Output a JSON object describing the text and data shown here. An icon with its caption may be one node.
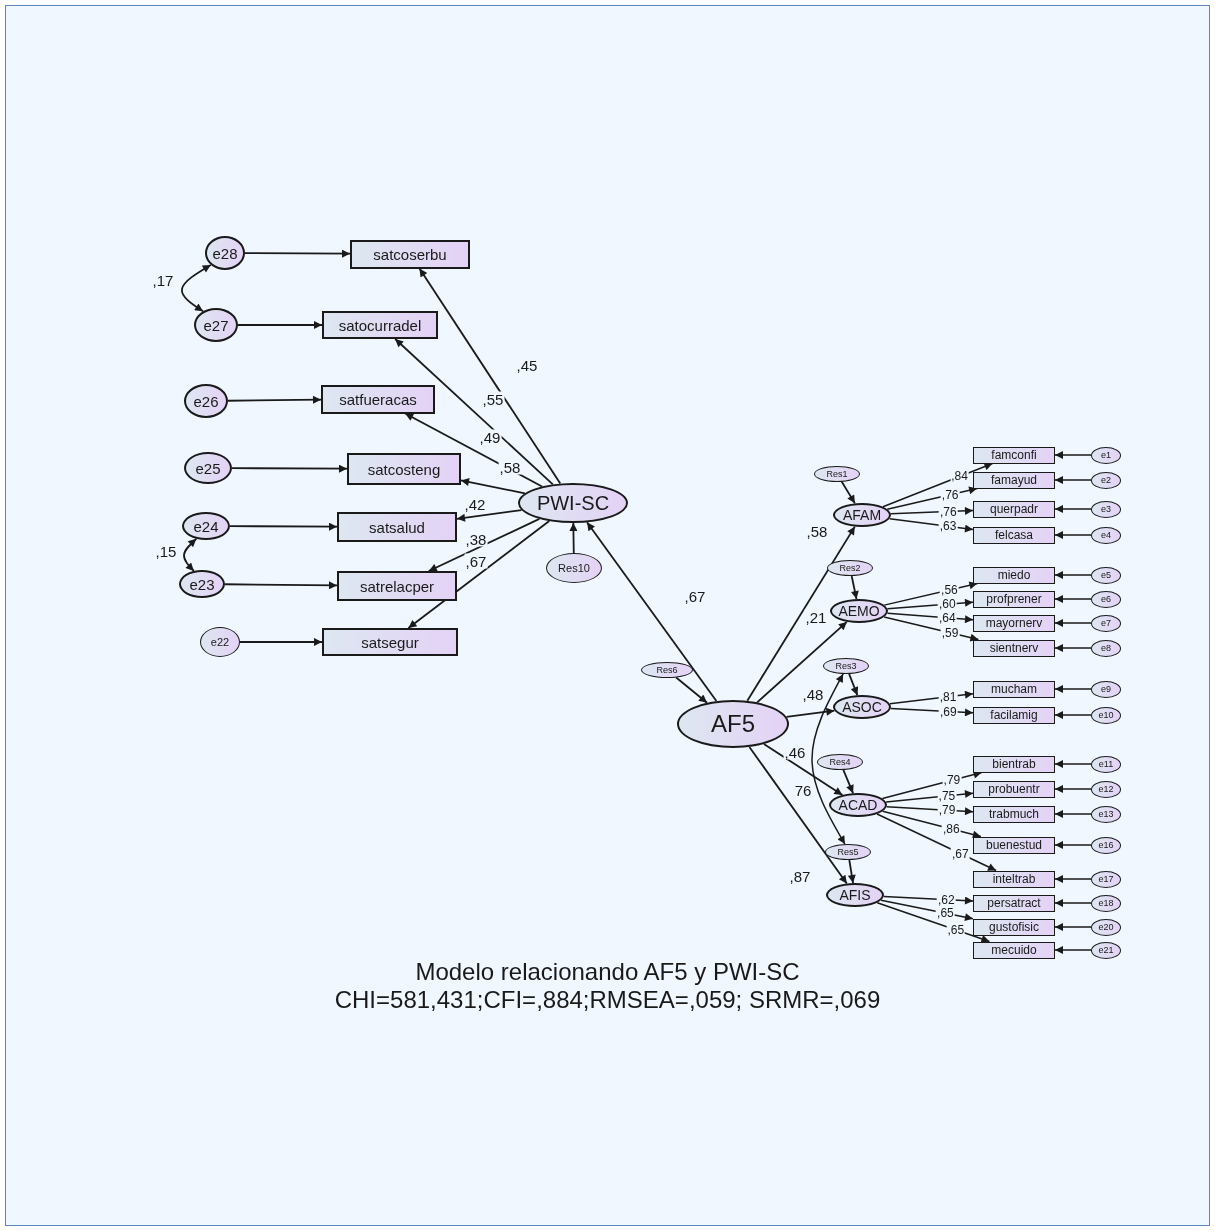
{
  "diagram": {
    "title": "Modelo relacionando AF5 y PWI-SC",
    "caption": "CHI=581,431;CFI=,884;RMSEA=,059; SRMR=,069",
    "nodes": [
      {
        "text": [
          "e28"
        ]
      },
      {
        "text": [
          "satcoserbu"
        ]
      },
      {
        "text": [
          "e27"
        ]
      },
      {
        "text": [
          "satocurradel"
        ]
      },
      {
        "text": [
          "e26"
        ]
      },
      {
        "text": [
          "satfueracas"
        ]
      },
      {
        "text": [
          "e25"
        ]
      },
      {
        "text": [
          "satcosteng"
        ]
      },
      {
        "text": [
          "e24"
        ]
      },
      {
        "text": [
          "satsalud"
        ]
      },
      {
        "text": [
          "e23"
        ]
      },
      {
        "text": [
          "satrelacper"
        ]
      },
      {
        "text": [
          "e22"
        ]
      },
      {
        "text": [
          "satsegur"
        ]
      },
      {
        "text": [
          "PWI-SC"
        ]
      },
      {
        "text": [
          "Res10"
        ]
      },
      {
        "text": [
          "Res6"
        ]
      },
      {
        "text": [
          "AF5"
        ]
      },
      {
        "text": [
          "Res1"
        ]
      },
      {
        "text": [
          "AFAM"
        ]
      },
      {
        "text": [
          "famconfi"
        ]
      },
      {
        "text": [
          "e1"
        ]
      },
      {
        "text": [
          "famayud"
        ]
      },
      {
        "text": [
          "e2"
        ]
      },
      {
        "text": [
          "querpadr"
        ]
      },
      {
        "text": [
          "e3"
        ]
      },
      {
        "text": [
          "felcasa"
        ]
      },
      {
        "text": [
          "e4"
        ]
      },
      {
        "text": [
          "Res2"
        ]
      },
      {
        "text": [
          "AEMO"
        ]
      },
      {
        "text": [
          "miedo"
        ]
      },
      {
        "text": [
          "e5"
        ]
      },
      {
        "text": [
          "profprener"
        ]
      },
      {
        "text": [
          "e6"
        ]
      },
      {
        "text": [
          "mayornerv"
        ]
      },
      {
        "text": [
          "e7"
        ]
      },
      {
        "text": [
          "sientnerv"
        ]
      },
      {
        "text": [
          "e8"
        ]
      },
      {
        "text": [
          "Res3"
        ]
      },
      {
        "text": [
          "ASOC"
        ]
      },
      {
        "text": [
          "mucham"
        ]
      },
      {
        "text": [
          "e9"
        ]
      },
      {
        "text": [
          "facilamig"
        ]
      },
      {
        "text": [
          "e10"
        ]
      },
      {
        "text": [
          "Res4"
        ]
      },
      {
        "text": [
          "ACAD"
        ]
      },
      {
        "text": [
          "bientrab"
        ]
      },
      {
        "text": [
          "e11"
        ]
      },
      {
        "text": [
          "probuentr"
        ]
      },
      {
        "text": [
          "e12"
        ]
      },
      {
        "text": [
          "trabmuch"
        ]
      },
      {
        "text": [
          "e13"
        ]
      },
      {
        "text": [
          "buenestud"
        ]
      },
      {
        "text": [
          "e16"
        ]
      },
      {
        "text": [
          "inteltrab"
        ]
      },
      {
        "text": [
          "e17"
        ]
      },
      {
        "text": [
          "Res5"
        ]
      },
      {
        "text": [
          "AFIS"
        ]
      },
      {
        "text": [
          "persatract"
        ]
      },
      {
        "text": [
          "e18"
        ]
      },
      {
        "text": [
          "gustofisic"
        ]
      },
      {
        "text": [
          "e20"
        ]
      },
      {
        "text": [
          "mecuido"
        ]
      },
      {
        "text": [
          "e21"
        ]
      }
    ],
    "edges": [
      {
        "from": 0,
        "to": 1,
        "arrow": "to"
      },
      {
        "from": 2,
        "to": 3,
        "arrow": "to"
      },
      {
        "from": 4,
        "to": 5,
        "arrow": "to"
      },
      {
        "from": 6,
        "to": 7,
        "arrow": "to"
      },
      {
        "from": 8,
        "to": 9,
        "arrow": "to"
      },
      {
        "from": 10,
        "to": 11,
        "arrow": "to"
      },
      {
        "from": 12,
        "to": 13,
        "arrow": "to"
      },
      {
        "from": 14,
        "to": 1,
        "arrow": "to",
        "label": ",45"
      },
      {
        "from": 14,
        "to": 3,
        "arrow": "to",
        "label": ",55"
      },
      {
        "from": 14,
        "to": 5,
        "arrow": "to",
        "label": ",49"
      },
      {
        "from": 14,
        "to": 7,
        "arrow": "to",
        "label": ",58"
      },
      {
        "from": 14,
        "to": 9,
        "arrow": "to",
        "label": ",42"
      },
      {
        "from": 14,
        "to": 11,
        "arrow": "to",
        "label": ",38"
      },
      {
        "from": 14,
        "to": 13,
        "arrow": "to",
        "label": ",67"
      },
      {
        "from": 0,
        "to": 2,
        "arrow": "both",
        "label": ",17"
      },
      {
        "from": 8,
        "to": 10,
        "arrow": "both",
        "label": ",15"
      },
      {
        "from": 15,
        "to": 14,
        "arrow": "to"
      },
      {
        "from": 17,
        "to": 14,
        "arrow": "to",
        "label": ",67"
      },
      {
        "from": 16,
        "to": 17,
        "arrow": "to"
      },
      {
        "from": 17,
        "to": 19,
        "arrow": "to",
        "label": ",58"
      },
      {
        "from": 17,
        "to": 29,
        "arrow": "to",
        "label": ",21"
      },
      {
        "from": 17,
        "to": 39,
        "arrow": "to",
        "label": ",48"
      },
      {
        "from": 17,
        "to": 45,
        "arrow": "to",
        "label": ",46"
      },
      {
        "from": 17,
        "to": 57,
        "arrow": "to",
        "label": ",87"
      },
      {
        "from": 18,
        "to": 19,
        "arrow": "to"
      },
      {
        "from": 28,
        "to": 29,
        "arrow": "to"
      },
      {
        "from": 38,
        "to": 39,
        "arrow": "to"
      },
      {
        "from": 44,
        "to": 45,
        "arrow": "to"
      },
      {
        "from": 56,
        "to": 57,
        "arrow": "to"
      },
      {
        "from": 38,
        "to": 56,
        "arrow": "both",
        "label": "76"
      },
      {
        "from": 19,
        "to": 20,
        "arrow": "to",
        "label": ",84"
      },
      {
        "from": 19,
        "to": 22,
        "arrow": "to",
        "label": ",76"
      },
      {
        "from": 19,
        "to": 24,
        "arrow": "to",
        "label": ",76"
      },
      {
        "from": 19,
        "to": 26,
        "arrow": "to",
        "label": ",63"
      },
      {
        "from": 29,
        "to": 30,
        "arrow": "to",
        "label": ",56"
      },
      {
        "from": 29,
        "to": 32,
        "arrow": "to",
        "label": ",60"
      },
      {
        "from": 29,
        "to": 34,
        "arrow": "to",
        "label": ",64"
      },
      {
        "from": 29,
        "to": 36,
        "arrow": "to",
        "label": ",59"
      },
      {
        "from": 39,
        "to": 40,
        "arrow": "to",
        "label": ",81"
      },
      {
        "from": 39,
        "to": 42,
        "arrow": "to",
        "label": ",69"
      },
      {
        "from": 45,
        "to": 46,
        "arrow": "to",
        "label": ",79"
      },
      {
        "from": 45,
        "to": 48,
        "arrow": "to",
        "label": ",75"
      },
      {
        "from": 45,
        "to": 50,
        "arrow": "to",
        "label": ",79"
      },
      {
        "from": 45,
        "to": 52,
        "arrow": "to",
        "label": ",86"
      },
      {
        "from": 45,
        "to": 54,
        "arrow": "to",
        "label": ",67"
      },
      {
        "from": 57,
        "to": 58,
        "arrow": "to",
        "label": ",62"
      },
      {
        "from": 57,
        "to": 60,
        "arrow": "to",
        "label": ",65"
      },
      {
        "from": 57,
        "to": 62,
        "arrow": "to",
        "label": ",65"
      },
      {
        "from": 21,
        "to": 20,
        "arrow": "to"
      },
      {
        "from": 23,
        "to": 22,
        "arrow": "to"
      },
      {
        "from": 25,
        "to": 24,
        "arrow": "to"
      },
      {
        "from": 27,
        "to": 26,
        "arrow": "to"
      },
      {
        "from": 31,
        "to": 30,
        "arrow": "to"
      },
      {
        "from": 33,
        "to": 32,
        "arrow": "to"
      },
      {
        "from": 35,
        "to": 34,
        "arrow": "to"
      },
      {
        "from": 37,
        "to": 36,
        "arrow": "to"
      },
      {
        "from": 41,
        "to": 40,
        "arrow": "to"
      },
      {
        "from": 43,
        "to": 42,
        "arrow": "to"
      },
      {
        "from": 47,
        "to": 46,
        "arrow": "to"
      },
      {
        "from": 49,
        "to": 48,
        "arrow": "to"
      },
      {
        "from": 51,
        "to": 50,
        "arrow": "to"
      },
      {
        "from": 53,
        "to": 52,
        "arrow": "to"
      },
      {
        "from": 55,
        "to": 54,
        "arrow": "to"
      },
      {
        "from": 59,
        "to": 58,
        "arrow": "to"
      },
      {
        "from": 61,
        "to": 60,
        "arrow": "to"
      },
      {
        "from": 63,
        "to": 62,
        "arrow": "to"
      }
    ]
  }
}
